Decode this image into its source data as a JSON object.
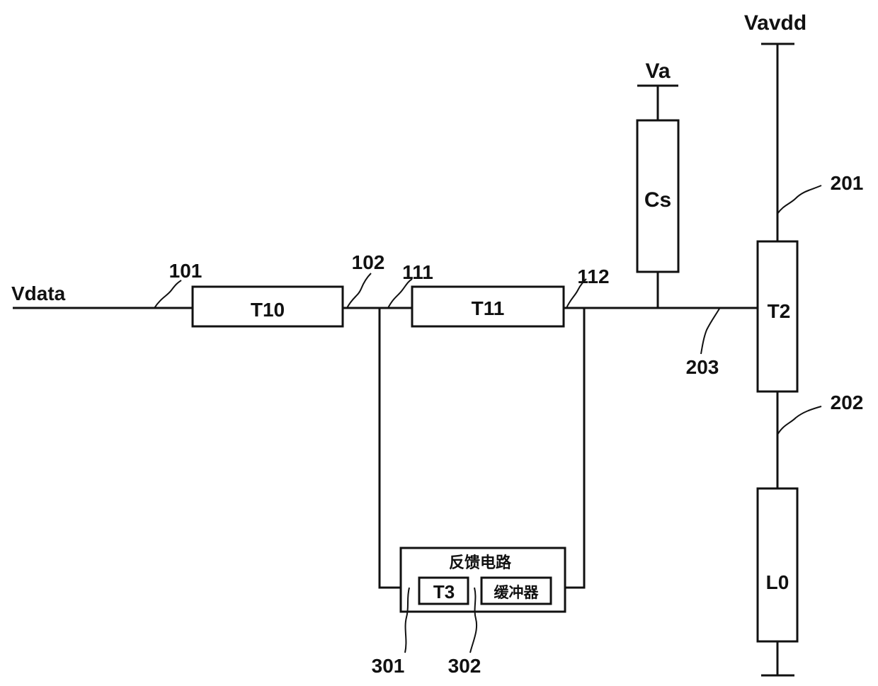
{
  "labels": {
    "vdata": "Vdata",
    "va": "Va",
    "vavdd": "Vavdd",
    "t10": "T10",
    "t11": "T11",
    "t2": "T2",
    "cs": "Cs",
    "l0": "L0",
    "t3": "T3",
    "feedback": "反馈电路",
    "buffer": "缓冲器"
  },
  "refs": {
    "r101": "101",
    "r102": "102",
    "r111": "111",
    "r112": "112",
    "r201": "201",
    "r202": "202",
    "r203": "203",
    "r301": "301",
    "r302": "302"
  }
}
